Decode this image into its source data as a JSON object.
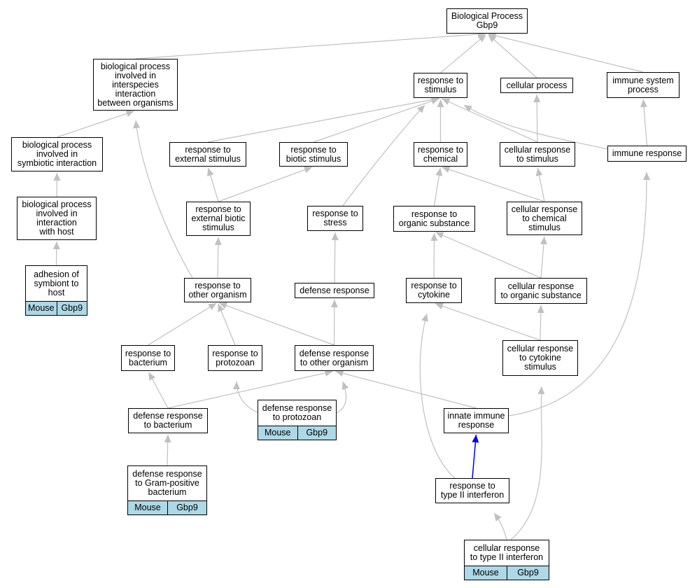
{
  "colors": {
    "edge": "#c0c0c0",
    "highlight_edge": "#0000ee",
    "annotation_fill": "#add8e6",
    "node_border": "#000000"
  },
  "nodes": {
    "bp_root": {
      "lines": [
        "Biological Process",
        "Gbp9"
      ]
    },
    "bp_interspecies": {
      "lines": [
        "biological process",
        "involved in",
        "interspecies",
        "interaction",
        "between organisms"
      ]
    },
    "response_stimulus": {
      "lines": [
        "response to",
        "stimulus"
      ]
    },
    "cellular_process": {
      "lines": [
        "cellular process"
      ]
    },
    "immune_system_process": {
      "lines": [
        "immune system",
        "process"
      ]
    },
    "bp_symbiotic": {
      "lines": [
        "biological process",
        "involved in",
        "symbiotic interaction"
      ]
    },
    "response_external": {
      "lines": [
        "response to",
        "external stimulus"
      ]
    },
    "response_biotic": {
      "lines": [
        "response to",
        "biotic stimulus"
      ]
    },
    "response_chemical": {
      "lines": [
        "response to",
        "chemical"
      ]
    },
    "cellular_response_stimulus": {
      "lines": [
        "cellular response",
        "to stimulus"
      ]
    },
    "immune_response": {
      "lines": [
        "immune response"
      ]
    },
    "bp_host": {
      "lines": [
        "biological process",
        "involved in",
        "interaction",
        "with host"
      ]
    },
    "response_ext_biotic": {
      "lines": [
        "response to",
        "external biotic",
        "stimulus"
      ]
    },
    "response_stress": {
      "lines": [
        "response to",
        "stress"
      ]
    },
    "response_organic": {
      "lines": [
        "response to",
        "organic substance"
      ]
    },
    "cellular_response_chemical": {
      "lines": [
        "cellular response",
        "to chemical",
        "stimulus"
      ]
    },
    "adhesion": {
      "lines": [
        "adhesion of",
        "symbiont to",
        "host"
      ],
      "tags": [
        "Mouse",
        "Gbp9"
      ]
    },
    "response_other_org": {
      "lines": [
        "response to",
        "other organism"
      ]
    },
    "defense_response": {
      "lines": [
        "defense response"
      ]
    },
    "response_cytokine": {
      "lines": [
        "response to",
        "cytokine"
      ]
    },
    "cellular_response_organic": {
      "lines": [
        "cellular response",
        "to organic substance"
      ]
    },
    "response_bacterium": {
      "lines": [
        "response to",
        "bacterium"
      ]
    },
    "response_protozoan": {
      "lines": [
        "response to",
        "protozoan"
      ]
    },
    "defense_other_org": {
      "lines": [
        "defense response",
        "to other organism"
      ]
    },
    "cellular_response_cytokine": {
      "lines": [
        "cellular response",
        "to cytokine",
        "stimulus"
      ]
    },
    "defense_bacterium": {
      "lines": [
        "defense response",
        "to bacterium"
      ]
    },
    "defense_protozoan": {
      "lines": [
        "defense response",
        "to protozoan"
      ],
      "tags": [
        "Mouse",
        "Gbp9"
      ]
    },
    "innate_immune": {
      "lines": [
        "innate immune",
        "response"
      ]
    },
    "defense_gram_pos": {
      "lines": [
        "defense response",
        "to Gram-positive",
        "bacterium"
      ],
      "tags": [
        "Mouse",
        "Gbp9"
      ]
    },
    "response_ifn_gamma": {
      "lines": [
        "response to",
        "type II interferon"
      ]
    },
    "cellular_response_ifn_gamma": {
      "lines": [
        "cellular response",
        "to type II interferon"
      ],
      "tags": [
        "Mouse",
        "Gbp9"
      ]
    }
  },
  "edges": [
    {
      "from": "bp_interspecies",
      "to": "bp_root"
    },
    {
      "from": "response_stimulus",
      "to": "bp_root"
    },
    {
      "from": "cellular_process",
      "to": "bp_root"
    },
    {
      "from": "immune_system_process",
      "to": "bp_root"
    },
    {
      "from": "bp_symbiotic",
      "to": "bp_interspecies"
    },
    {
      "from": "bp_host",
      "to": "bp_symbiotic"
    },
    {
      "from": "adhesion",
      "to": "bp_host"
    },
    {
      "from": "response_external",
      "to": "response_stimulus"
    },
    {
      "from": "response_biotic",
      "to": "response_stimulus"
    },
    {
      "from": "response_chemical",
      "to": "response_stimulus"
    },
    {
      "from": "cellular_response_stimulus",
      "to": "response_stimulus"
    },
    {
      "from": "immune_response",
      "to": "response_stimulus"
    },
    {
      "from": "response_stress",
      "to": "response_stimulus"
    },
    {
      "from": "cellular_response_stimulus",
      "to": "cellular_process"
    },
    {
      "from": "immune_response",
      "to": "immune_system_process"
    },
    {
      "from": "response_ext_biotic",
      "to": "response_external"
    },
    {
      "from": "response_ext_biotic",
      "to": "response_biotic"
    },
    {
      "from": "response_other_org",
      "to": "response_ext_biotic"
    },
    {
      "from": "response_other_org",
      "to": "bp_interspecies"
    },
    {
      "from": "response_organic",
      "to": "response_chemical"
    },
    {
      "from": "cellular_response_chemical",
      "to": "response_chemical"
    },
    {
      "from": "cellular_response_chemical",
      "to": "cellular_response_stimulus"
    },
    {
      "from": "defense_response",
      "to": "response_stress"
    },
    {
      "from": "response_cytokine",
      "to": "response_organic"
    },
    {
      "from": "cellular_response_organic",
      "to": "response_organic"
    },
    {
      "from": "cellular_response_organic",
      "to": "cellular_response_chemical"
    },
    {
      "from": "cellular_response_cytokine",
      "to": "response_cytokine"
    },
    {
      "from": "cellular_response_cytokine",
      "to": "cellular_response_organic"
    },
    {
      "from": "response_bacterium",
      "to": "response_other_org"
    },
    {
      "from": "response_protozoan",
      "to": "response_other_org"
    },
    {
      "from": "defense_other_org",
      "to": "response_other_org"
    },
    {
      "from": "defense_other_org",
      "to": "defense_response"
    },
    {
      "from": "defense_bacterium",
      "to": "response_bacterium"
    },
    {
      "from": "defense_bacterium",
      "to": "defense_other_org"
    },
    {
      "from": "defense_protozoan",
      "to": "response_protozoan"
    },
    {
      "from": "defense_protozoan",
      "to": "defense_other_org"
    },
    {
      "from": "innate_immune",
      "to": "defense_other_org"
    },
    {
      "from": "innate_immune",
      "to": "immune_response"
    },
    {
      "from": "defense_gram_pos",
      "to": "defense_bacterium"
    },
    {
      "from": "response_ifn_gamma",
      "to": "innate_immune",
      "highlight": true
    },
    {
      "from": "response_ifn_gamma",
      "to": "response_cytokine"
    },
    {
      "from": "cellular_response_ifn_gamma",
      "to": "response_ifn_gamma"
    },
    {
      "from": "cellular_response_ifn_gamma",
      "to": "cellular_response_cytokine"
    }
  ]
}
